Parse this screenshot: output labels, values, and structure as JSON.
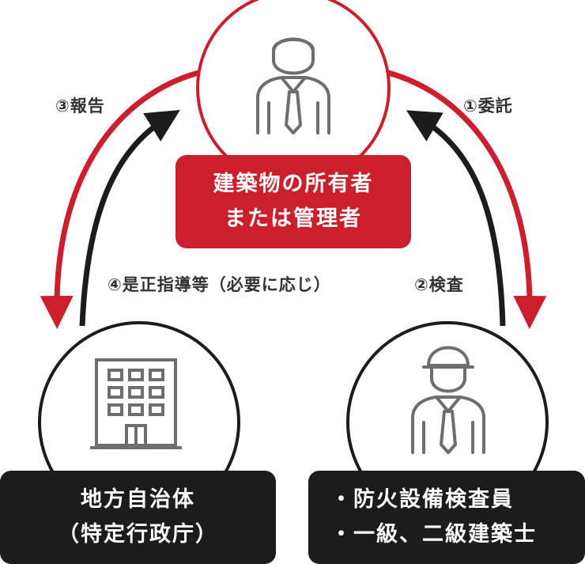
{
  "owner": {
    "line1": "建築物の所有者",
    "line2": "または管理者",
    "icon": "businessman-icon"
  },
  "government": {
    "line1": "地方自治体",
    "line2": "（特定行政庁）",
    "icon": "office-building-icon"
  },
  "inspector": {
    "line1": "・防火設備検査員",
    "line2": "・一級、二級建築士",
    "icon": "worker-helmet-icon"
  },
  "arrows": {
    "entrust": "①委託",
    "inspect": "②検査",
    "report": "③報告",
    "correct": "④是正指導等（必要に応じ）"
  },
  "colors": {
    "accent_red": "#cc1f2e",
    "dark": "#1c1c1c",
    "icon_gray": "#6e6e6e"
  }
}
